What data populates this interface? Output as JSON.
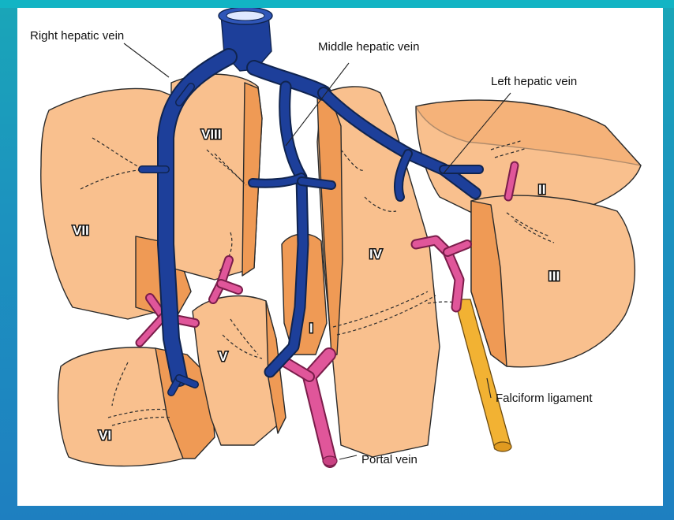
{
  "labels": {
    "right_hepatic_vein": "Right hepatic vein",
    "middle_hepatic_vein": "Middle hepatic vein",
    "left_hepatic_vein": "Left hepatic vein",
    "falciform_ligament": "Falciform ligament",
    "portal_vein": "Portal vein"
  },
  "segments": {
    "s1": "I",
    "s2": "II",
    "s3": "III",
    "s4": "IV",
    "s5": "V",
    "s6": "VI",
    "s7": "VII",
    "s8": "VIII"
  },
  "colors": {
    "slide_background": "#1c93bf",
    "liver": "#f9c08e",
    "liver_shade": "#ef9a55",
    "hepatic_vein": "#1d3f9a",
    "portal_vein": "#e0569a",
    "falciform_ligament": "#f2b233"
  }
}
